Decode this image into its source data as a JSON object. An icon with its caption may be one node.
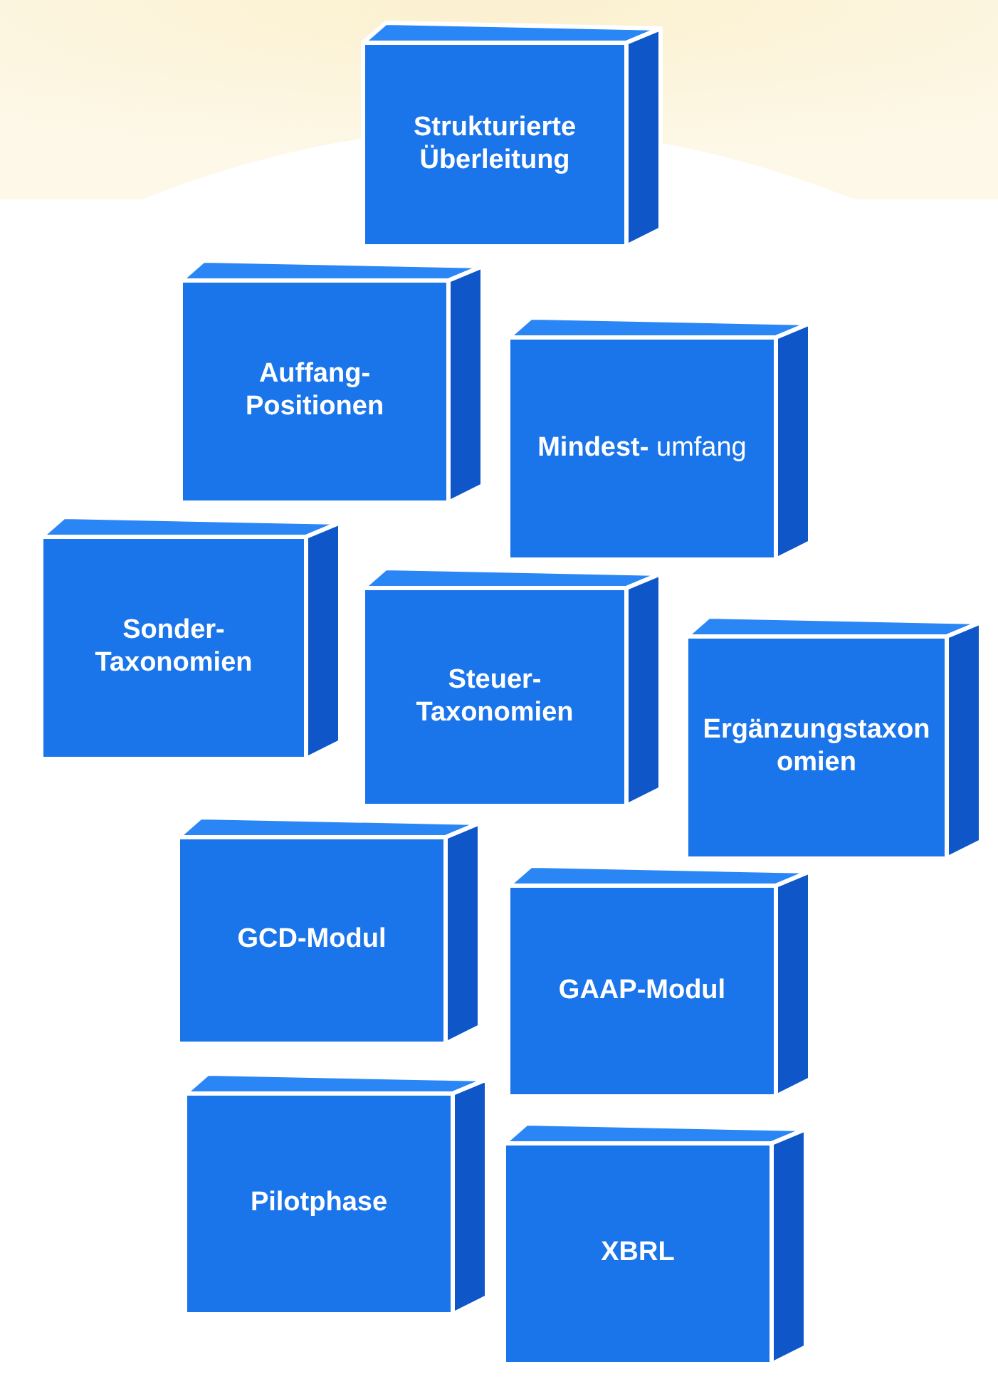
{
  "diagram": {
    "nodes": [
      {
        "text": [
          "Strukturierte Überleitung"
        ]
      },
      {
        "text": [
          "Auffang- Positionen"
        ]
      },
      {
        "text": [
          "**Mindest-** umfang"
        ]
      },
      {
        "text": [
          "Sonder- Taxonomien"
        ]
      },
      {
        "text": [
          "Steuer- Taxonomien"
        ]
      },
      {
        "text": [
          "Ergänzungstaxonomien"
        ]
      },
      {
        "text": [
          "GCD-Modul"
        ]
      },
      {
        "text": [
          "GAAP-Modul"
        ]
      },
      {
        "text": [
          "Pilotphase"
        ]
      },
      {
        "text": [
          "XBRL"
        ]
      }
    ]
  }
}
